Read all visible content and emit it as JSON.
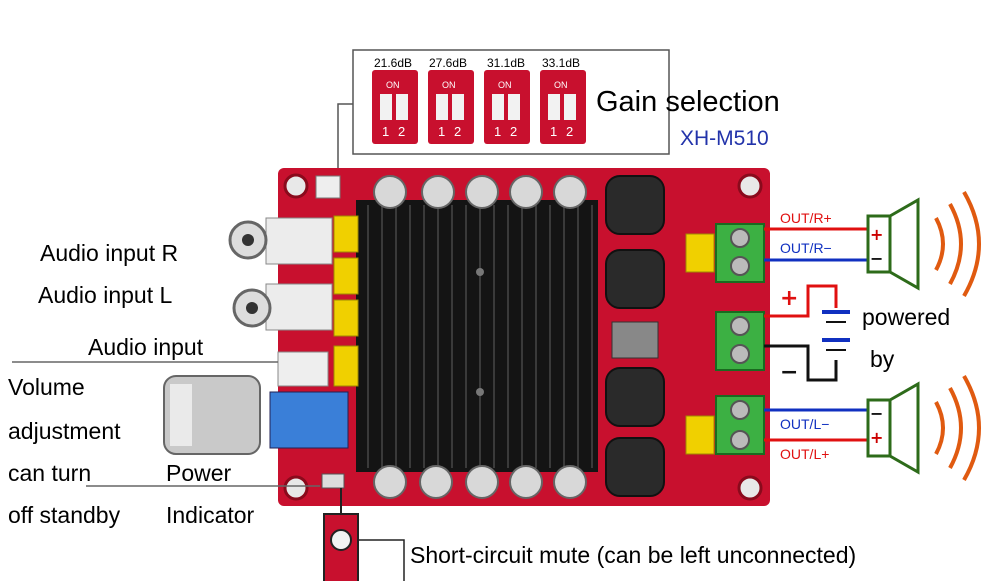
{
  "gain_box": {
    "title": "Gain selection",
    "model": "XH-M510",
    "switches": [
      {
        "db": "21.6dB",
        "on": "ON",
        "pos1": "1",
        "pos2": "2"
      },
      {
        "db": "27.6dB",
        "on": "ON",
        "pos1": "1",
        "pos2": "2"
      },
      {
        "db": "31.1dB",
        "on": "ON",
        "pos1": "1",
        "pos2": "2"
      },
      {
        "db": "33.1dB",
        "on": "ON",
        "pos1": "1",
        "pos2": "2"
      }
    ]
  },
  "labels": {
    "audio_input_r": "Audio input R",
    "audio_input_l": "Audio input L",
    "audio_input": "Audio input",
    "volume_1": "Volume",
    "volume_2": "adjustment",
    "volume_3": "can turn",
    "volume_4": "off standby",
    "power_1": "Power",
    "power_2": "Indicator",
    "short_circuit": "Short-circuit mute (can be left unconnected)",
    "powered": "powered",
    "by": "by"
  },
  "outputs": {
    "r_plus": "OUT/R+",
    "r_minus": "OUT/R−",
    "l_minus": "OUT/L−",
    "l_plus": "OUT/L+"
  },
  "symbols": {
    "plus": "+",
    "minus": "−",
    "speaker_plus": "+",
    "speaker_minus": "−"
  },
  "colors": {
    "pcb": "#c8102e",
    "heatsink": "#141414",
    "wire_red": "#e01010",
    "wire_blue": "#1030c0",
    "speaker": "#2d6b1a",
    "sound_wave": "#e05a10"
  }
}
